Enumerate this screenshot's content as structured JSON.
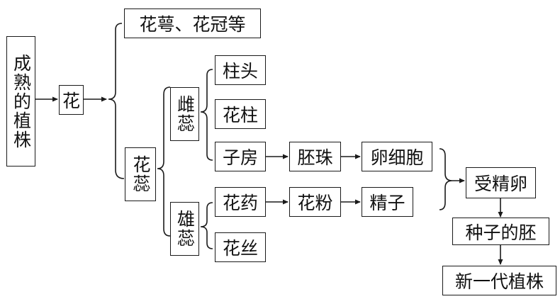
{
  "nodes": {
    "mature_plant": "成熟的植株",
    "flower": "花",
    "sepal_petal": "花萼、花冠等",
    "pistil_stamen": "花蕊",
    "pistil": "雌蕊",
    "stamen": "雄蕊",
    "stigma": "柱头",
    "style": "花柱",
    "ovary": "子房",
    "ovule": "胚珠",
    "egg_cell": "卵细胞",
    "anther": "花药",
    "pollen": "花粉",
    "sperm": "精子",
    "fertilized_egg": "受精卵",
    "seed_embryo": "种子的胚",
    "new_plant": "新一代植株"
  }
}
